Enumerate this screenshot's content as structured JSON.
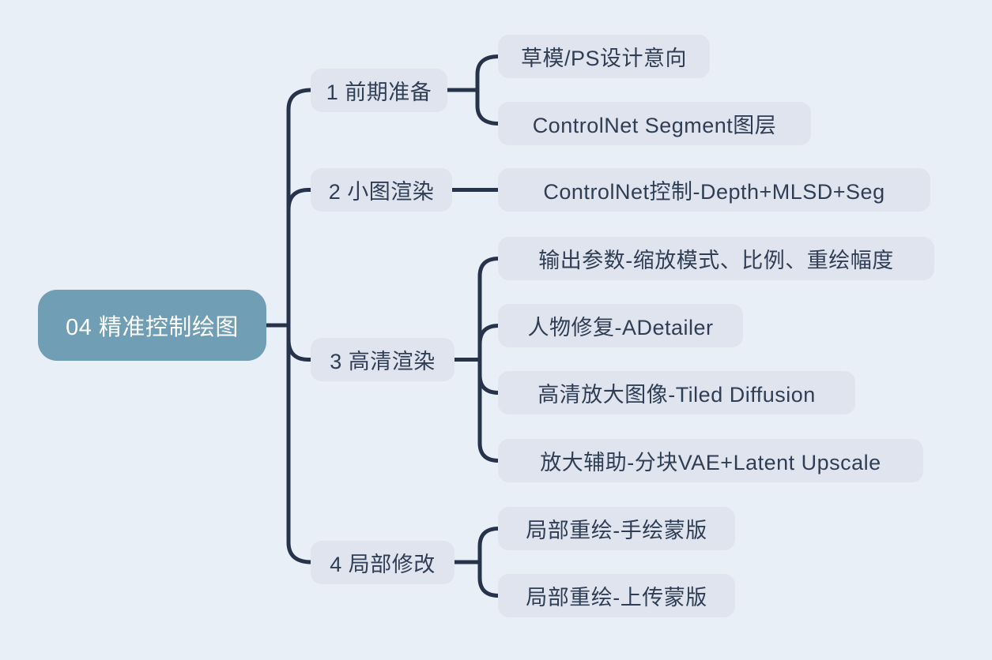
{
  "canvas": {
    "background_color": "#e9eff7",
    "connector_color": "#26334b",
    "node_background_color": "#dfe4ee",
    "node_text_color": "#2f3e54",
    "root_background_color": "#6f9eb5",
    "root_text_color": "#ffffff"
  },
  "mindmap": {
    "root": {
      "label": "04 精准控制绘图"
    },
    "branches": [
      {
        "label": "1 前期准备",
        "children": [
          "草模/PS设计意向",
          "ControlNet Segment图层"
        ]
      },
      {
        "label": "2 小图渲染",
        "children": [
          "ControlNet控制-Depth+MLSD+Seg"
        ]
      },
      {
        "label": "3 高清渲染",
        "children": [
          "输出参数-缩放模式、比例、重绘幅度",
          "人物修复-ADetailer",
          "高清放大图像-Tiled Diffusion",
          "放大辅助-分块VAE+Latent Upscale"
        ]
      },
      {
        "label": "4 局部修改",
        "children": [
          "局部重绘-手绘蒙版",
          "局部重绘-上传蒙版"
        ]
      }
    ]
  }
}
